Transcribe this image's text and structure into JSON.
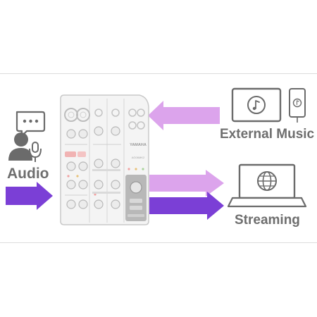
{
  "labels": {
    "audio": "Audio",
    "external_music": "External Music",
    "streaming": "Streaming"
  },
  "device": {
    "brand": "YAMAHA",
    "model": "AG06MK2"
  },
  "colors": {
    "arrow_dark": "#7b3fd6",
    "arrow_light": "#dca4ec",
    "icon_dark": "#6b6b6b",
    "icon_light": "#a9a9a9",
    "mixer_body": "#f4f4f4",
    "mixer_outline": "#c9c9c9",
    "band_line": "#dcdcdc"
  },
  "icons": [
    "speech-bubble-icon",
    "person-icon",
    "microphone-icon",
    "tablet-music-icon",
    "phone-music-icon",
    "laptop-globe-icon",
    "globe-icon",
    "mixer-device"
  ]
}
